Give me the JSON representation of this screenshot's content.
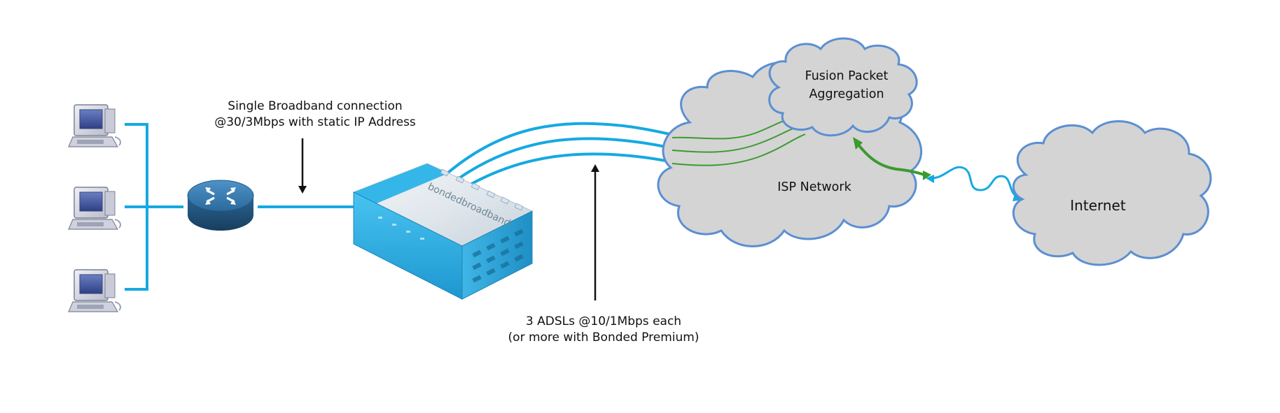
{
  "labels": {
    "single_connection": {
      "line1": "Single Broadband connection",
      "line2": "@30/3Mbps with static IP Address"
    },
    "adsl": {
      "line1": "3 ADSLs @10/1Mbps each",
      "line2": "(or more with Bonded Premium)"
    },
    "fusion": {
      "line1": "Fusion Packet",
      "line2": "Aggregation"
    },
    "isp": "ISP Network",
    "internet": "Internet"
  },
  "device": {
    "brand_text": "bondedbroadband"
  },
  "colors": {
    "link_blue": "#16a9e1",
    "aggregation_green": "#3b9b2f",
    "cloud_fill": "#d4d4d4",
    "cloud_stroke": "#5b8fd2",
    "router_body": "#2e6fa0",
    "device_blue": "#35b6e9"
  },
  "icons": {
    "workstation": "desktop-computer-icon",
    "router": "router-icon",
    "bonding_device": "bonding-router-device",
    "cloud": "cloud-icon"
  }
}
